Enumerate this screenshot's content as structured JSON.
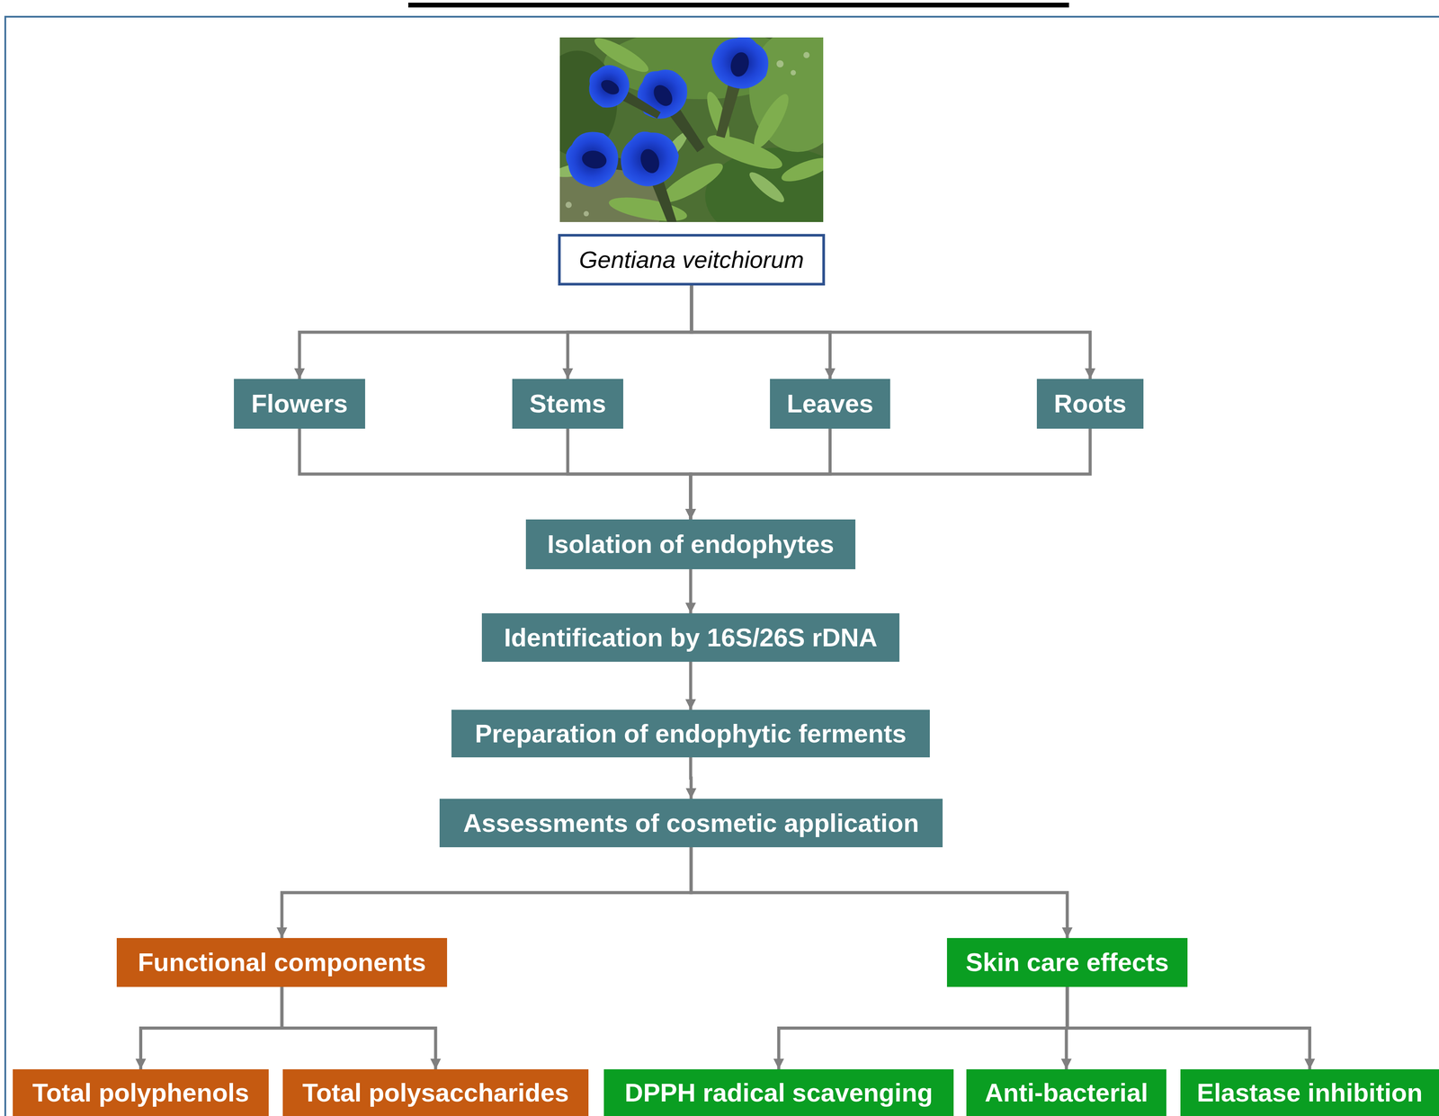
{
  "diagram": {
    "nodes": [
      {
        "text": [
          "Gentiana veitchiorum"
        ]
      },
      {
        "text": [
          "Flowers"
        ]
      },
      {
        "text": [
          "Stems"
        ]
      },
      {
        "text": [
          "Leaves"
        ]
      },
      {
        "text": [
          "Roots"
        ]
      },
      {
        "text": [
          "Isolation of endophytes"
        ]
      },
      {
        "text": [
          "Identification by 16S/26S rDNA"
        ]
      },
      {
        "text": [
          "Preparation of endophytic ferments"
        ]
      },
      {
        "text": [
          "Assessments of cosmetic application"
        ]
      },
      {
        "text": [
          "Functional components"
        ]
      },
      {
        "text": [
          "Skin care effects"
        ]
      },
      {
        "text": [
          "Total polyphenols"
        ]
      },
      {
        "text": [
          "Total polysaccharides"
        ]
      },
      {
        "text": [
          "DPPH radical scavenging"
        ]
      },
      {
        "text": [
          "Anti-bacterial"
        ]
      },
      {
        "text": [
          "Elastase inhibition"
        ]
      }
    ],
    "edges": [
      {
        "from": 0,
        "to": 1,
        "arrow": "to"
      },
      {
        "from": 0,
        "to": 2,
        "arrow": "to"
      },
      {
        "from": 0,
        "to": 3,
        "arrow": "to"
      },
      {
        "from": 0,
        "to": 4,
        "arrow": "to"
      },
      {
        "from": 1,
        "to": 5,
        "arrow": "to"
      },
      {
        "from": 2,
        "to": 5,
        "arrow": "to"
      },
      {
        "from": 3,
        "to": 5,
        "arrow": "to"
      },
      {
        "from": 4,
        "to": 5,
        "arrow": "to"
      },
      {
        "from": 5,
        "to": 6,
        "arrow": "to"
      },
      {
        "from": 6,
        "to": 7,
        "arrow": "to"
      },
      {
        "from": 7,
        "to": 8,
        "arrow": "to"
      },
      {
        "from": 8,
        "to": 9,
        "arrow": "to"
      },
      {
        "from": 8,
        "to": 10,
        "arrow": "to"
      },
      {
        "from": 9,
        "to": 11,
        "arrow": "to"
      },
      {
        "from": 9,
        "to": 12,
        "arrow": "to"
      },
      {
        "from": 10,
        "to": 13,
        "arrow": "to"
      },
      {
        "from": 10,
        "to": 14,
        "arrow": "to"
      },
      {
        "from": 10,
        "to": 15,
        "arrow": "to"
      }
    ]
  }
}
